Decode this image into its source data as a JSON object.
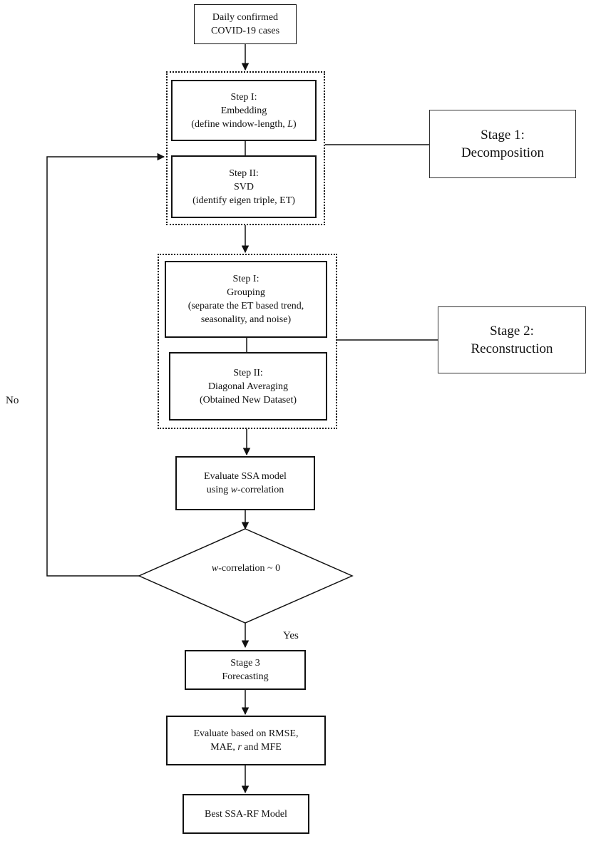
{
  "nodes": {
    "input": {
      "line1": "Daily confirmed",
      "line2": "COVID-19 cases"
    },
    "embedding": {
      "line1": "Step I:",
      "line2": "Embedding",
      "line3_pre": "(define window-length, ",
      "line3_var": "L",
      "line3_post": ")"
    },
    "svd": {
      "line1": "Step II:",
      "line2": "SVD",
      "line3": "(identify eigen triple, ET)"
    },
    "grouping": {
      "line1": "Step I:",
      "line2": "Grouping",
      "line3": "(separate the ET based trend,",
      "line4": "seasonality, and noise)"
    },
    "diagonal": {
      "line1": "Step II:",
      "line2": "Diagonal Averaging",
      "line3": "(Obtained New Dataset)"
    },
    "evaluate_ssa": {
      "line1": "Evaluate SSA model",
      "line2_pre": "using ",
      "line2_var": "w",
      "line2_post": "-correlation"
    },
    "decision": {
      "var": "w",
      "text": "-correlation ~ 0"
    },
    "forecasting": {
      "line1": "Stage 3",
      "line2": "Forecasting"
    },
    "evaluate_metrics": {
      "line1": "Evaluate based on RMSE,",
      "line2_pre": "MAE, ",
      "line2_var": "r",
      "line2_post": " and MFE"
    },
    "best_model": {
      "line1": "Best SSA-RF Model"
    }
  },
  "stages": {
    "stage1": {
      "line1": "Stage 1:",
      "line2": "Decomposition"
    },
    "stage2": {
      "line1": "Stage 2:",
      "line2": "Reconstruction"
    }
  },
  "edge_labels": {
    "no": "No",
    "yes": "Yes"
  }
}
